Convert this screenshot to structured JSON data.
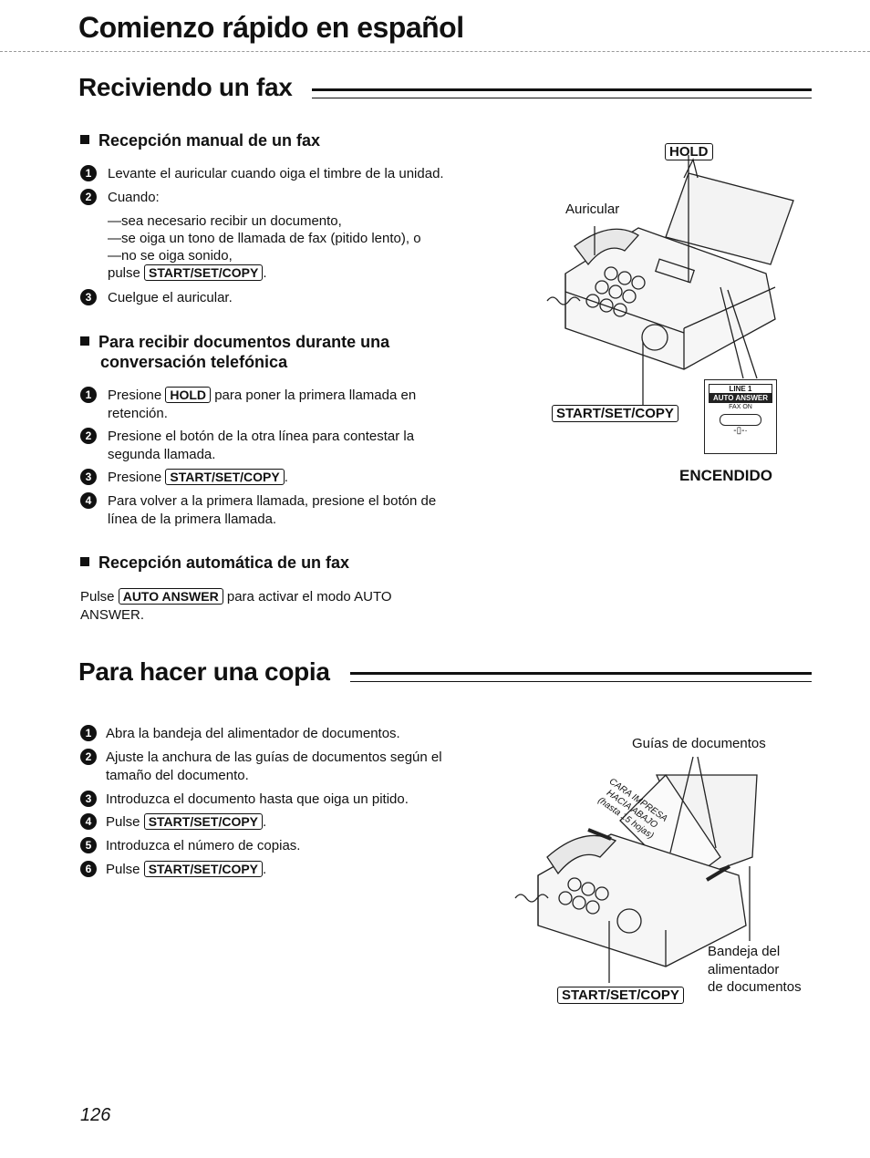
{
  "page_title": "Comienzo rápido en español",
  "section1": {
    "heading": "Reciviendo un fax",
    "manual": {
      "heading": "Recepción manual de un fax",
      "steps": [
        {
          "n": "1",
          "text": "Levante el auricular cuando oiga el timbre de la unidad."
        },
        {
          "n": "2",
          "text": "Cuando:"
        },
        {
          "n": "3",
          "text": "Cuelgue el auricular."
        }
      ],
      "sub_lines": [
        "—sea necesario recibir un documento,",
        "—se oiga un tono de llamada de fax (pitido lento), o",
        "—no se oiga sonido,"
      ],
      "pulse_prefix": "pulse",
      "pulse_key": "START/SET/COPY",
      "pulse_suffix": "."
    },
    "during_call": {
      "heading_line1": "Para recibir documentos durante una",
      "heading_line2": "conversación telefónica",
      "step1_prefix": "Presione",
      "step1_key": "HOLD",
      "step1_suffix": "para poner la primera llamada en",
      "step1_line2": "retención.",
      "step2_line1": "Presione el botón de la otra línea para contestar la",
      "step2_line2": "segunda llamada.",
      "step3_prefix": "Presione",
      "step3_key": "START/SET/COPY",
      "step3_suffix": ".",
      "step4_line1": "Para volver a la primera llamada, presione el botón de",
      "step4_line2": "línea de la primera llamada."
    },
    "auto": {
      "heading": "Recepción automática de un fax",
      "prefix": "Pulse",
      "key": "AUTO ANSWER",
      "suffix": "para activar el modo AUTO",
      "line2": "ANSWER."
    },
    "figure": {
      "hold_label": "HOLD",
      "handset_label": "Auricular",
      "start_label": "START/SET/COPY",
      "panel_line1": "LINE 1",
      "panel_line2": "AUTO ANSWER",
      "panel_line3": "FAX ON",
      "on_label": "ENCENDIDO"
    }
  },
  "section2": {
    "heading": "Para hacer una copia",
    "steps": [
      {
        "n": "1",
        "text": "Abra la bandeja del alimentador de documentos."
      },
      {
        "n": "2",
        "text": "Ajuste la anchura de las guías de documentos según el",
        "text2": "tamaño del documento."
      },
      {
        "n": "3",
        "text": "Introduzca el documento hasta que oiga un pitido."
      },
      {
        "n": "4",
        "prefix": "Pulse",
        "key": "START/SET/COPY",
        "suffix": "."
      },
      {
        "n": "5",
        "text": "Introduzca el número de copias."
      },
      {
        "n": "6",
        "prefix": "Pulse",
        "key": "START/SET/COPY",
        "suffix": "."
      }
    ],
    "figure": {
      "guides_label": "Guías de documentos",
      "tray_line1": "Bandeja del",
      "tray_line2": "alimentador",
      "tray_line3": "de documentos",
      "start_label": "START/SET/COPY",
      "paper_text1": "CARA IMPRESA",
      "paper_text2": "HACIA ABAJO",
      "paper_text3": "(hasta 15 hojas)"
    }
  },
  "page_number": "126"
}
